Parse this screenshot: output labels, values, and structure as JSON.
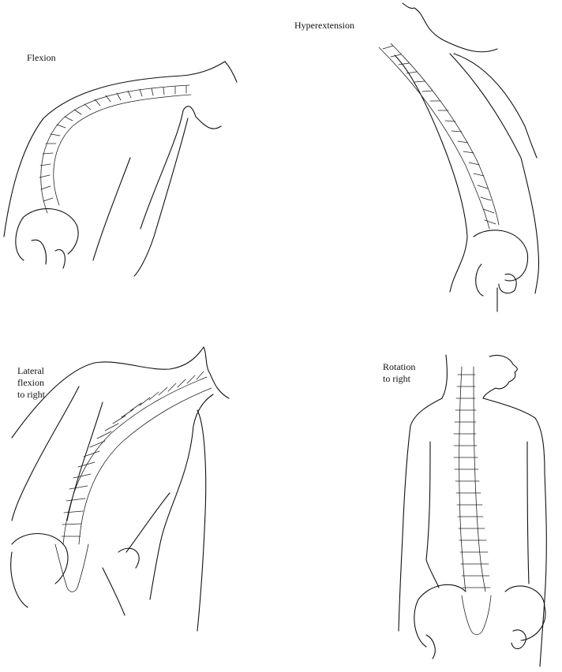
{
  "figures": [
    {
      "id": "flexion",
      "label": "Flexion"
    },
    {
      "id": "hyperextension",
      "label": "Hyperextension"
    },
    {
      "id": "lateral-flexion",
      "label": "Lateral\nflexion\nto right"
    },
    {
      "id": "rotation",
      "label": "Rotation\nto right"
    }
  ]
}
